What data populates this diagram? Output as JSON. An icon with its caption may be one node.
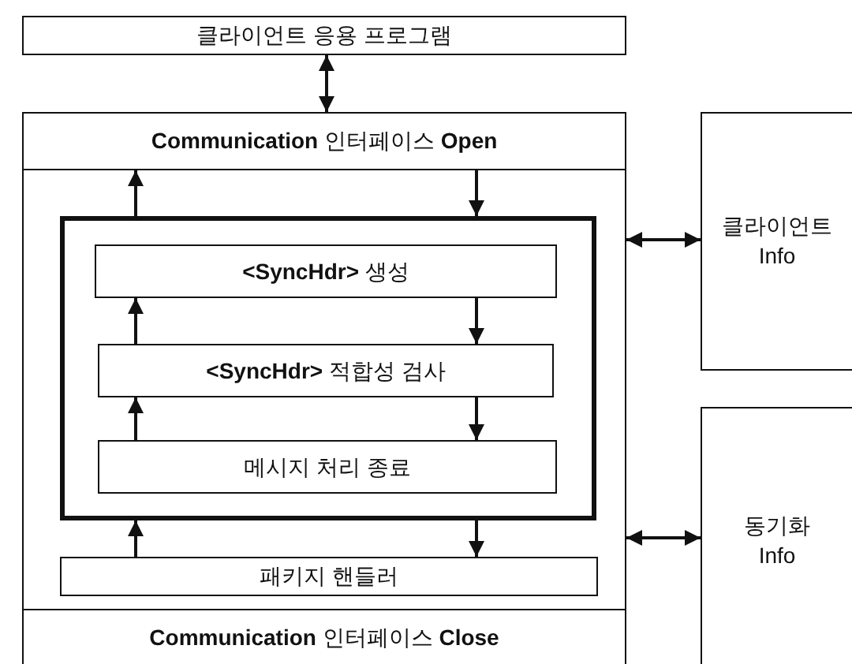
{
  "diagram": {
    "nodes": [
      {
        "text": [
          "클라이언트 응용 프로그램"
        ]
      },
      {
        "text": [],
        "shape": "box"
      },
      {
        "text": [
          "**Communication** 인터페이스 **Open**"
        ],
        "in": 1
      },
      {
        "text": [],
        "shape": "box",
        "in": 1
      },
      {
        "text": [
          "**<SyncHdr>** 생성"
        ],
        "in": 3
      },
      {
        "text": [
          "**<SyncHdr>** 적합성 검사"
        ],
        "in": 3
      },
      {
        "text": [
          "메시지 처리 종료"
        ],
        "in": 3
      },
      {
        "text": [
          "패키지 핸들러"
        ],
        "in": 1
      },
      {
        "text": [
          "**Communication** 인터페이스 **Close**"
        ],
        "in": 1
      },
      {
        "text": [
          "클라이언트 Info"
        ]
      },
      {
        "text": [
          "동기화 Info"
        ]
      }
    ],
    "edges": [
      {
        "from": 0,
        "to": 2,
        "arrow": "both"
      },
      {
        "from": 3,
        "to": 2,
        "arrow": "to"
      },
      {
        "from": 2,
        "to": 3,
        "arrow": "to"
      },
      {
        "from": 5,
        "to": 4,
        "arrow": "to"
      },
      {
        "from": 4,
        "to": 5,
        "arrow": "to"
      },
      {
        "from": 6,
        "to": 5,
        "arrow": "to"
      },
      {
        "from": 5,
        "to": 6,
        "arrow": "to"
      },
      {
        "from": 7,
        "to": 3,
        "arrow": "to"
      },
      {
        "from": 3,
        "to": 7,
        "arrow": "to"
      },
      {
        "from": 1,
        "to": 9,
        "arrow": "both"
      },
      {
        "from": 1,
        "to": 10,
        "arrow": "both"
      }
    ]
  }
}
